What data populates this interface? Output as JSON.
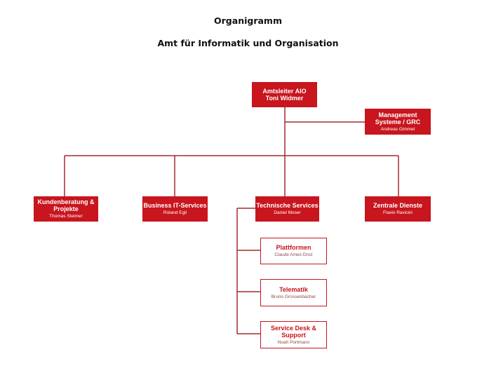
{
  "header": {
    "title": "Organigramm",
    "subtitle": "Amt für Informatik und Organisation"
  },
  "colors": {
    "accent": "#c8151e",
    "line": "#a52a2a"
  },
  "org": {
    "head": {
      "role": "Amtsleiter AIO",
      "person": "Toni Widmer"
    },
    "staff": {
      "role": "Management Systeme / GRC",
      "person": "Andreas Gimmel"
    },
    "divisions": [
      {
        "role": "Kundenberatung & Projekte",
        "person": "Thomas Steimer"
      },
      {
        "role": "Business IT-Services",
        "person": "Roland Egli"
      },
      {
        "role": "Technische Services",
        "person": "Daniel Moser"
      },
      {
        "role": "Zentrale Dienste",
        "person": "Flavio Ravicini"
      }
    ],
    "subunits": [
      {
        "role": "Plattformen",
        "person": "Claude Amez-Droz"
      },
      {
        "role": "Telematik",
        "person": "Bruno Grossenbacher"
      },
      {
        "role": "Service Desk & Support",
        "person": "Noah Portmann"
      }
    ]
  }
}
